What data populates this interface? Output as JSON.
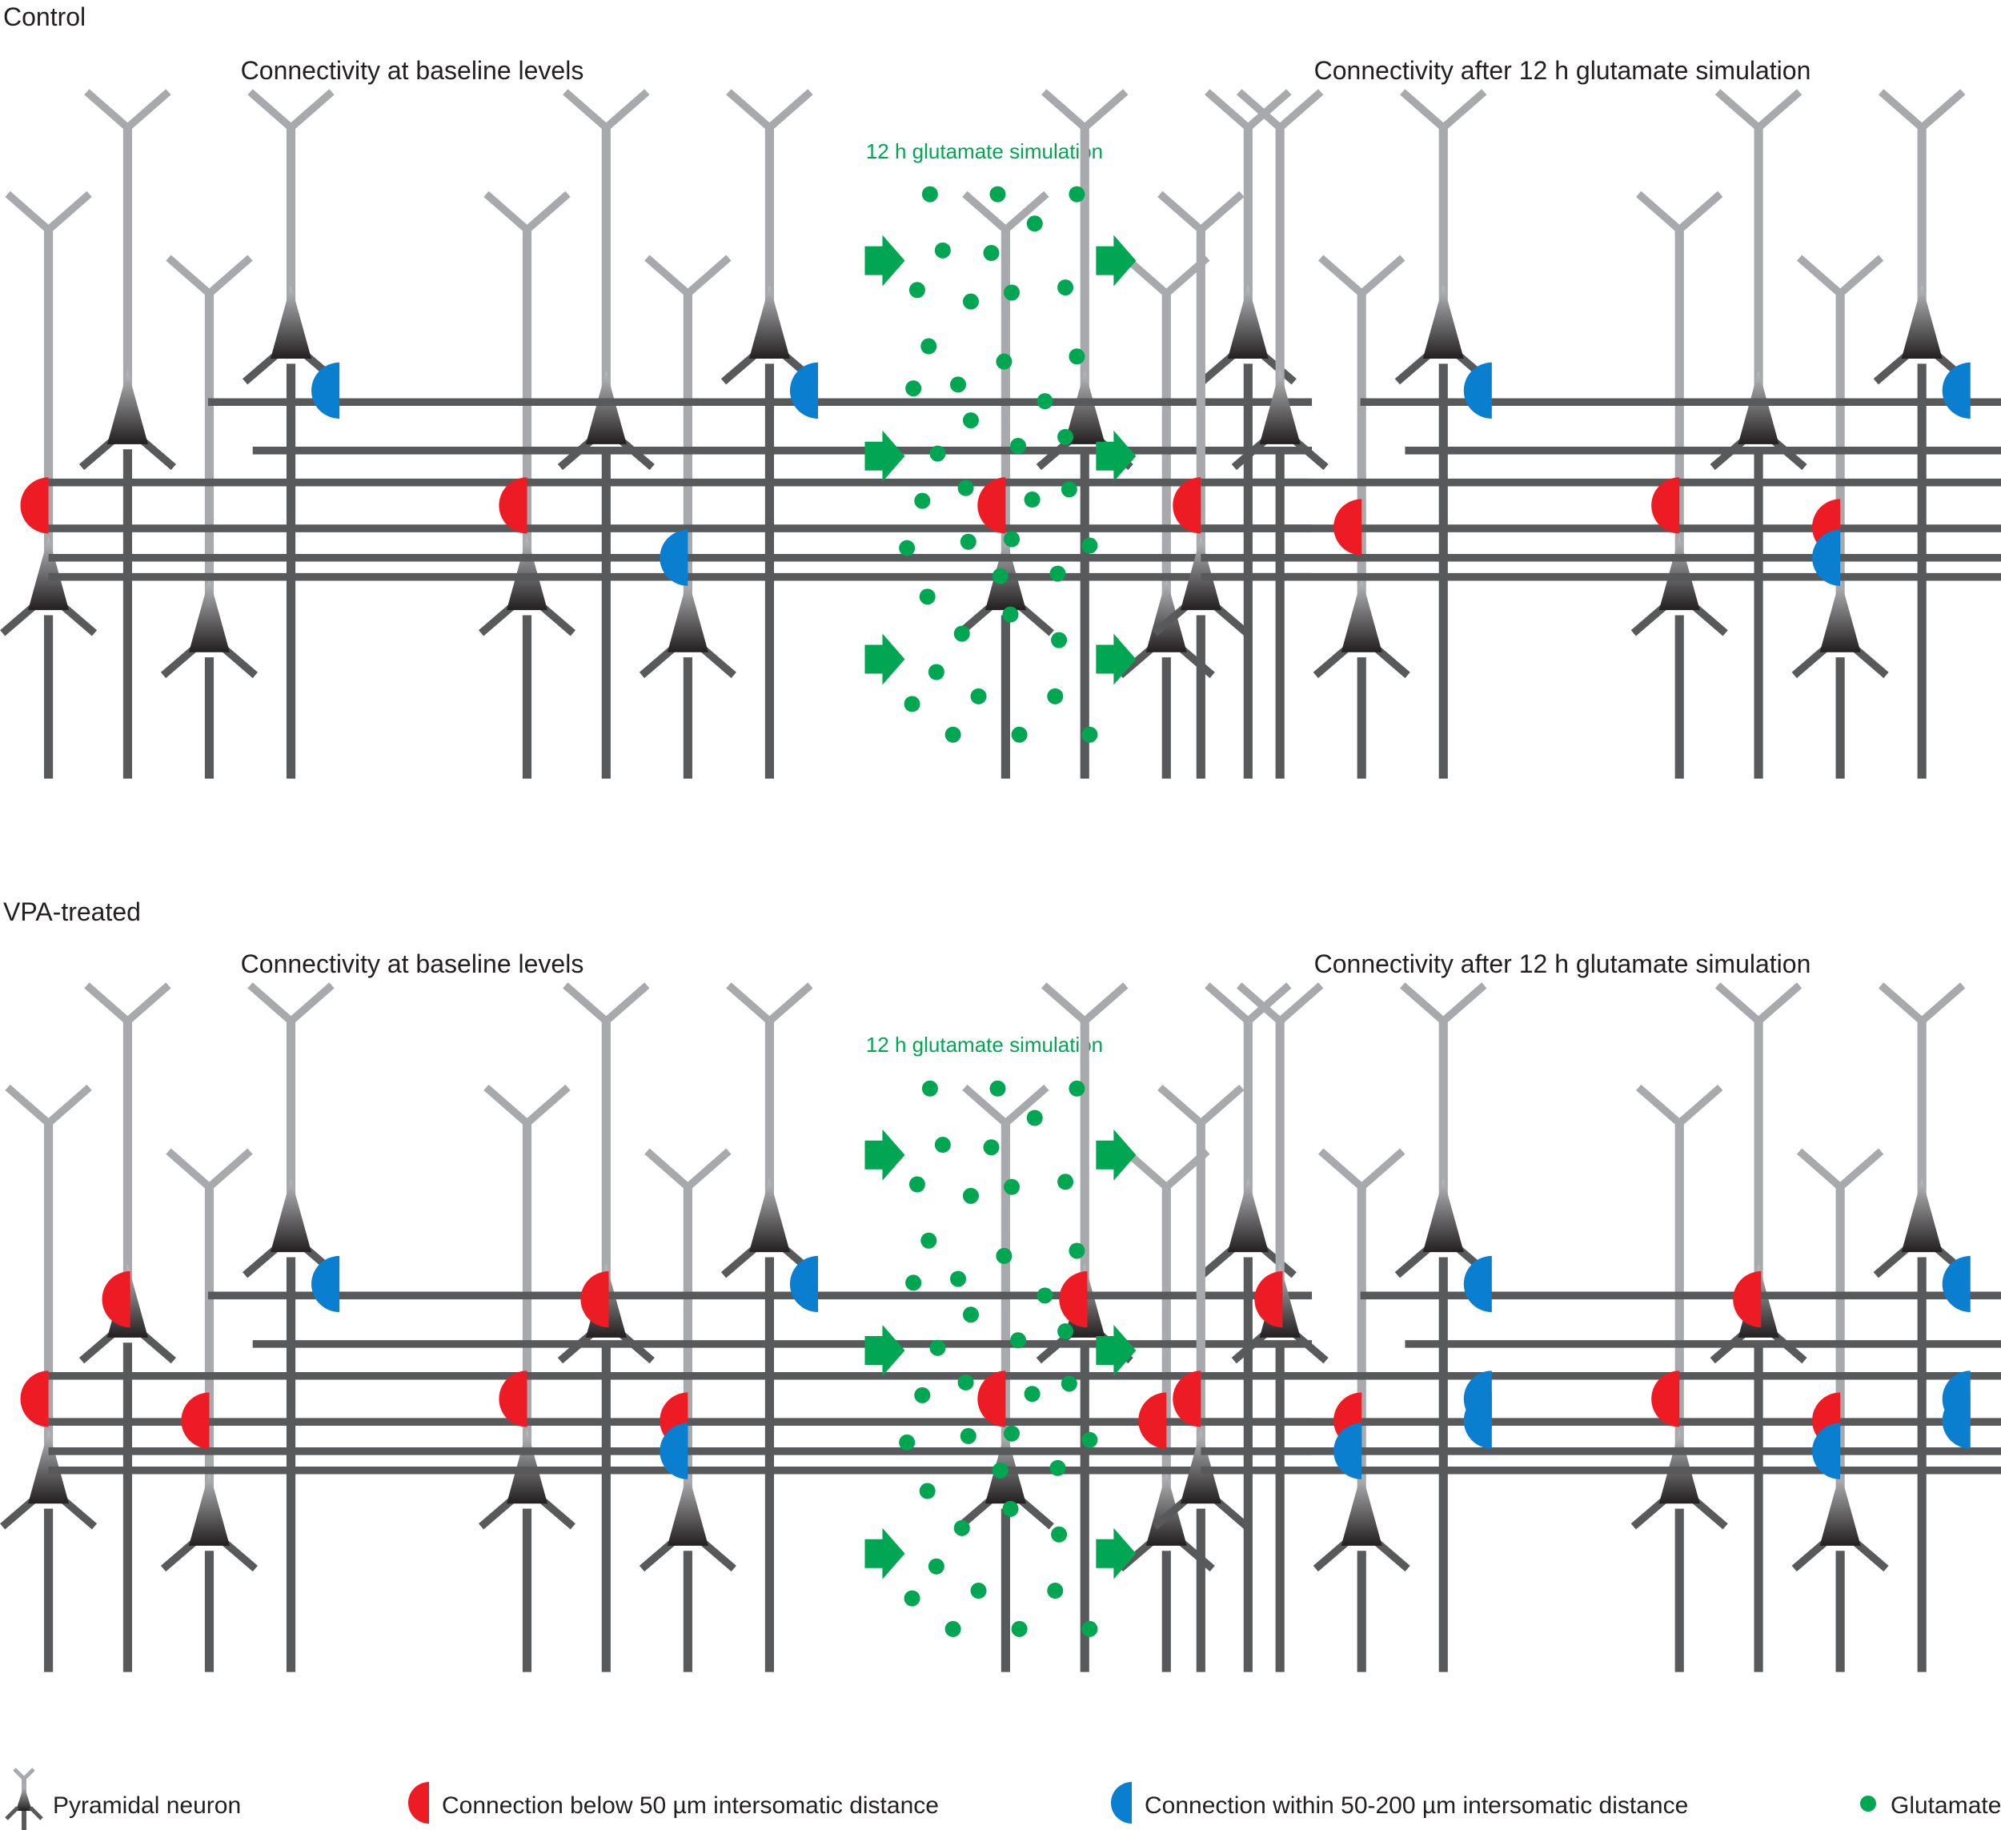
{
  "figure": {
    "sections": [
      {
        "label": "Control",
        "baseline_title": "Connectivity at baseline levels",
        "after_title": "Connectivity after 12 h glutamate simulation",
        "stimulus_label": "12 h glutamate simulation",
        "baseline_connections": [
          {
            "cell": 0,
            "type": "red",
            "at": "dendrite",
            "row": 1
          },
          {
            "cell": 1,
            "type": "red",
            "at": "dendrite",
            "row": 1
          },
          {
            "cell": 2,
            "type": "red",
            "at": "dendrite",
            "row": 1
          },
          {
            "cell": 0,
            "type": "blue",
            "at": "dendrite",
            "row": 0
          },
          {
            "cell": 1,
            "type": "blue",
            "at": "dendrite",
            "row": 0
          },
          {
            "cell": 1,
            "type": "blue",
            "at": "b_dendrite",
            "row": 3
          }
        ],
        "after_connections": [
          {
            "cell": 0,
            "type": "red",
            "at": "dendrite",
            "row": 1
          },
          {
            "cell": 1,
            "type": "red",
            "at": "dendrite",
            "row": 1
          },
          {
            "cell": 2,
            "type": "red",
            "at": "dendrite",
            "row": 1
          },
          {
            "cell": 0,
            "type": "red",
            "at": "b_dendrite",
            "row": 2
          },
          {
            "cell": 1,
            "type": "red",
            "at": "b_dendrite",
            "row": 2
          },
          {
            "cell": 2,
            "type": "red",
            "at": "b_dendrite",
            "row": 2
          },
          {
            "cell": 0,
            "type": "blue",
            "at": "dendrite",
            "row": 0
          },
          {
            "cell": 1,
            "type": "blue",
            "at": "dendrite",
            "row": 0
          },
          {
            "cell": 1,
            "type": "blue",
            "at": "b_dendrite",
            "row": 3
          }
        ]
      },
      {
        "label": "VPA-treated",
        "baseline_title": "Connectivity at baseline levels",
        "after_title": "Connectivity after 12 h glutamate simulation",
        "stimulus_label": "12 h glutamate simulation",
        "baseline_connections": [
          {
            "cell": 0,
            "type": "red",
            "at": "dendrite",
            "row": 1
          },
          {
            "cell": 1,
            "type": "red",
            "at": "dendrite",
            "row": 1
          },
          {
            "cell": 2,
            "type": "red",
            "at": "dendrite",
            "row": 1
          },
          {
            "cell": 0,
            "type": "red",
            "at": "b_dendrite",
            "row": 2
          },
          {
            "cell": 1,
            "type": "red",
            "at": "b_dendrite",
            "row": 2
          },
          {
            "cell": 2,
            "type": "red",
            "at": "b_dendrite",
            "row": 2
          },
          {
            "cell": 0,
            "type": "red",
            "at": "b_dendrite",
            "row": 0
          },
          {
            "cell": 1,
            "type": "red",
            "at": "b_dendrite",
            "row": 0
          },
          {
            "cell": 2,
            "type": "red",
            "at": "b_dendrite",
            "row": 0
          },
          {
            "cell": 0,
            "type": "blue",
            "at": "dendrite",
            "row": 0
          },
          {
            "cell": 1,
            "type": "blue",
            "at": "dendrite",
            "row": 0
          },
          {
            "cell": 1,
            "type": "blue",
            "at": "b_dendrite",
            "row": 3
          }
        ],
        "after_connections": [
          {
            "cell": 0,
            "type": "red",
            "at": "dendrite",
            "row": 1
          },
          {
            "cell": 1,
            "type": "red",
            "at": "dendrite",
            "row": 1
          },
          {
            "cell": 2,
            "type": "red",
            "at": "dendrite",
            "row": 1
          },
          {
            "cell": 0,
            "type": "red",
            "at": "b_dendrite",
            "row": 2
          },
          {
            "cell": 1,
            "type": "red",
            "at": "b_dendrite",
            "row": 2
          },
          {
            "cell": 2,
            "type": "red",
            "at": "b_dendrite",
            "row": 2
          },
          {
            "cell": 0,
            "type": "red",
            "at": "b_dendrite",
            "row": 0
          },
          {
            "cell": 1,
            "type": "red",
            "at": "b_dendrite",
            "row": 0
          },
          {
            "cell": 2,
            "type": "red",
            "at": "b_dendrite",
            "row": 0
          },
          {
            "cell": 0,
            "type": "blue",
            "at": "dendrite",
            "row": 0
          },
          {
            "cell": 1,
            "type": "blue",
            "at": "dendrite",
            "row": 0
          },
          {
            "cell": 0,
            "type": "blue",
            "at": "b_dendrite",
            "row": 3
          },
          {
            "cell": 1,
            "type": "blue",
            "at": "b_dendrite",
            "row": 3
          },
          {
            "cell": 0,
            "type": "blue",
            "at": "dendrite",
            "row": 1,
            "stack": "left"
          },
          {
            "cell": 1,
            "type": "blue",
            "at": "dendrite",
            "row": 1,
            "stack": "left"
          },
          {
            "cell": 0,
            "type": "blue",
            "at": "dendrite",
            "row": 2,
            "stack": "left"
          },
          {
            "cell": 1,
            "type": "blue",
            "at": "dendrite",
            "row": 2,
            "stack": "left"
          }
        ]
      }
    ],
    "legend": {
      "pyramidal": "Pyramidal neuron",
      "red": "Connection below 50 µm intersomatic distance",
      "blue": "Connection within 50-200 µm intersomatic distance",
      "glutamate": "Glutamate"
    },
    "colors": {
      "axon": "#58595b",
      "dendrite": "#a7a9ac",
      "red": "#ed1c24",
      "blue": "#0a7fd0",
      "glutamate": "#00a651",
      "text": "#231f20"
    }
  }
}
